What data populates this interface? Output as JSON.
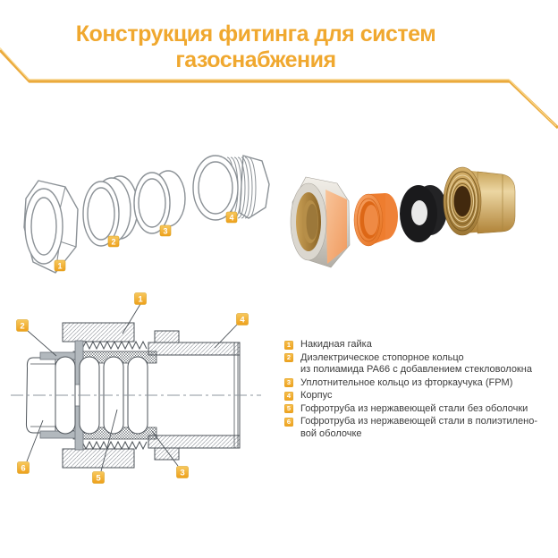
{
  "title": "Конструкция фитинга для систем газоснабжения",
  "colors": {
    "accent_gold": "#EBAA3C",
    "title_gold": "#F0A82F",
    "badge_gold": "#EFA11C",
    "drawing_gray": "#8B9196",
    "section_stroke": "#4D5359",
    "brass": "#C8A05A",
    "orange_part": "#EF7D2F",
    "black_part": "#1A1A1C"
  },
  "outline": {
    "badges": [
      {
        "num": "1"
      },
      {
        "num": "2"
      },
      {
        "num": "3"
      },
      {
        "num": "4"
      }
    ]
  },
  "section": {
    "badges": [
      {
        "num": "1"
      },
      {
        "num": "2"
      },
      {
        "num": "4"
      },
      {
        "num": "6"
      },
      {
        "num": "5"
      },
      {
        "num": "3"
      }
    ]
  },
  "legend": {
    "items": [
      {
        "num": "1",
        "text": "Накидная гайка"
      },
      {
        "num": "2",
        "text": "Диэлектрическое стопорное кольцо\nиз полиамида PA66 с добавлением стекловолокна"
      },
      {
        "num": "3",
        "text": "Уплотнительное кольцо из фторкаучука (FPM)"
      },
      {
        "num": "4",
        "text": "Корпус"
      },
      {
        "num": "5",
        "text": "Гофротруба из нержавеющей стали без оболочки"
      },
      {
        "num": "6",
        "text": "Гофротруба из нержавеющей стали в полиэтилено-\nвой оболочке"
      }
    ]
  }
}
